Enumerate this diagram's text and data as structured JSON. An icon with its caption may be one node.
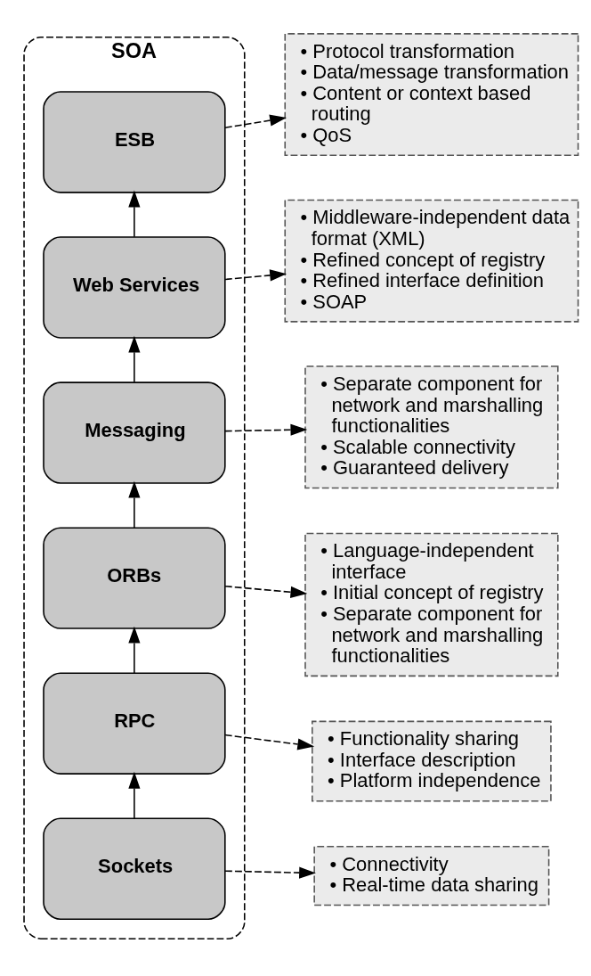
{
  "diagram": {
    "nodes": [
      {
        "text": [
          "SOA"
        ]
      },
      {
        "text": [
          "ESB"
        ],
        "in": 0
      },
      {
        "text": [
          "Web Services"
        ],
        "in": 0
      },
      {
        "text": [
          "Messaging"
        ],
        "in": 0
      },
      {
        "text": [
          "ORBs"
        ],
        "in": 0
      },
      {
        "text": [
          "RPC"
        ],
        "in": 0
      },
      {
        "text": [
          "Sockets"
        ],
        "in": 0
      },
      {
        "text": [
          "• Protocol transformation",
          "• Data/message transformation",
          "• Content or context based routing",
          "• QoS"
        ]
      },
      {
        "text": [
          "• Middleware-independent data format (XML)",
          "• Refined concept of registry",
          "• Refined interface definition",
          "• SOAP"
        ]
      },
      {
        "text": [
          "• Separate component for network and marshalling functionalities",
          "• Scalable connectivity",
          "• Guaranteed delivery"
        ]
      },
      {
        "text": [
          "• Language-independent interface",
          "• Initial concept of registry",
          "• Separate component for network and marshalling functionalities"
        ]
      },
      {
        "text": [
          "• Functionality sharing",
          "• Interface description",
          "• Platform independence"
        ]
      },
      {
        "text": [
          "• Connectivity",
          "• Real-time data sharing"
        ]
      }
    ],
    "edges": [
      {
        "from": 6,
        "to": 5,
        "arrow": "to"
      },
      {
        "from": 5,
        "to": 4,
        "arrow": "to"
      },
      {
        "from": 4,
        "to": 3,
        "arrow": "to"
      },
      {
        "from": 3,
        "to": 2,
        "arrow": "to"
      },
      {
        "from": 2,
        "to": 1,
        "arrow": "to"
      },
      {
        "from": 1,
        "to": 7,
        "arrow": "to",
        "style": "dashed"
      },
      {
        "from": 2,
        "to": 8,
        "arrow": "to",
        "style": "dashed"
      },
      {
        "from": 3,
        "to": 9,
        "arrow": "to",
        "style": "dashed"
      },
      {
        "from": 4,
        "to": 10,
        "arrow": "to",
        "style": "dashed"
      },
      {
        "from": 5,
        "to": 11,
        "arrow": "to",
        "style": "dashed"
      },
      {
        "from": 6,
        "to": 12,
        "arrow": "to",
        "style": "dashed"
      }
    ]
  }
}
